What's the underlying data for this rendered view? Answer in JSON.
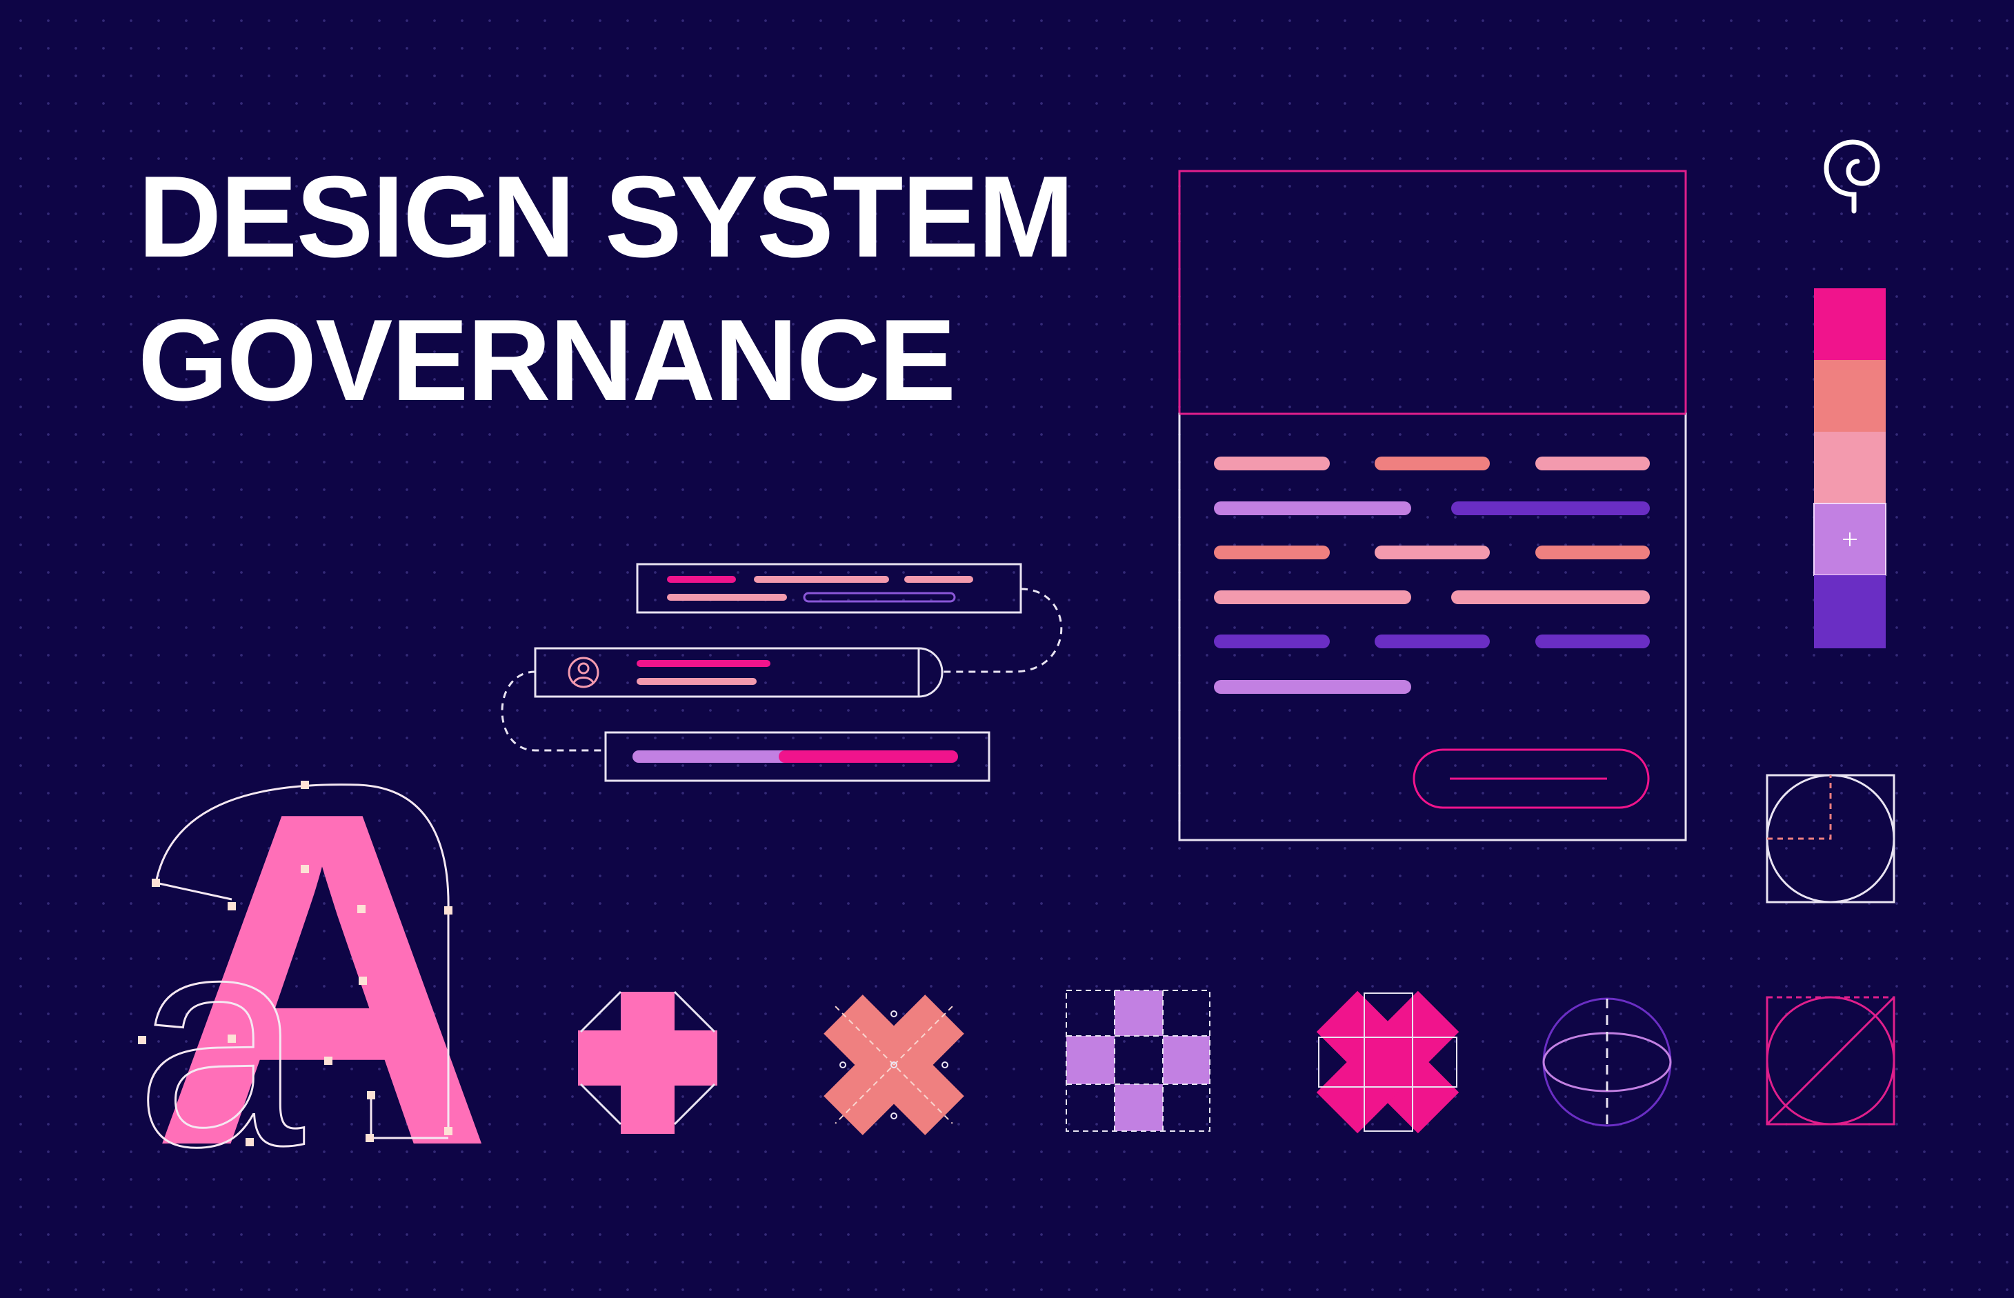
{
  "title": {
    "line1": "DESIGN SYSTEM",
    "line2": "GOVERNANCE"
  },
  "specimen": {
    "glyph_upper": "A",
    "glyph_lower": "a"
  },
  "colors": {
    "background": "#0e0546",
    "hot_pink": "#f0148c",
    "coral": "#ef8080",
    "light_pink": "#f39aae",
    "lavender": "#c280e2",
    "purple": "#6a2ec4",
    "specimen_pink": "#ff6fb8",
    "outline": "#e9e4f2"
  },
  "palette_swatches": [
    "#f0148c",
    "#ef8080",
    "#f39aae",
    "#c280e2",
    "#6a2ec4"
  ],
  "icons": [
    "spiral-logo-icon",
    "user-avatar-icon",
    "plus-icon",
    "plus-shape-icon",
    "x-shape-icon",
    "checker-grid-icon",
    "star-cross-icon",
    "sphere-icon",
    "circle-square-icon",
    "diagonal-circle-icon"
  ]
}
